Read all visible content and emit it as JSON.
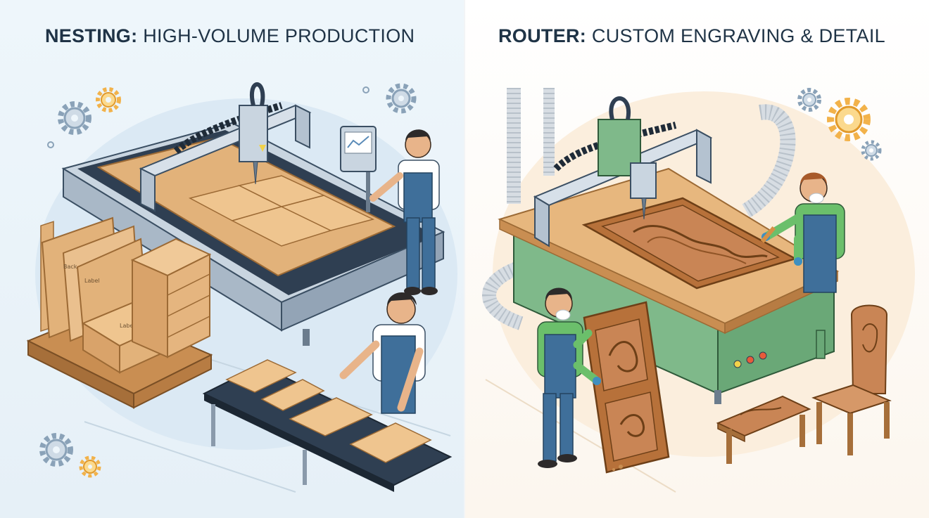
{
  "left": {
    "title_bold": "NESTING:",
    "title_rest": " HIGH-VOLUME PRODUCTION",
    "scene_icons": [
      "gear-icon",
      "cnc-nesting-machine",
      "worker",
      "conveyor-belt",
      "plywood-stack",
      "cabinet"
    ],
    "stack_labels": [
      "Back",
      "Label",
      "Label"
    ]
  },
  "right": {
    "title_bold": "ROUTER:",
    "title_rest": " CUSTOM ENGRAVING & DETAIL",
    "scene_icons": [
      "gear-icon",
      "cnc-router-machine",
      "worker",
      "carved-door",
      "chair",
      "stool",
      "dust-hose"
    ]
  },
  "colors": {
    "left_bg": "#eef6fb",
    "right_bg": "#fcf6ee",
    "title": "#1f3346",
    "wood": "#e2b27a",
    "steel": "#b9c6d3",
    "green_machine": "#7fb98a",
    "gear_blue": "#8aa2b8",
    "gear_orange": "#f2b24a"
  }
}
